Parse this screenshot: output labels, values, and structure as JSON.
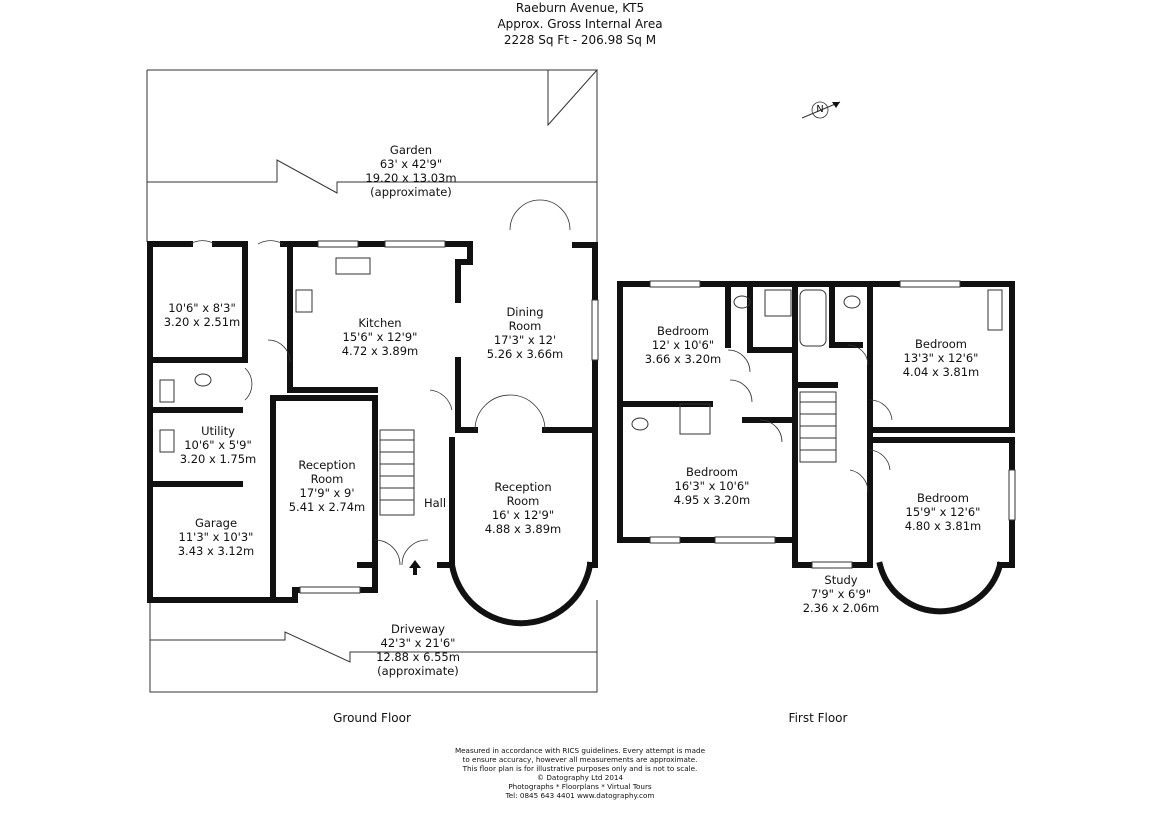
{
  "header": {
    "line1": "Raeburn Avenue, KT5",
    "line2": "Approx. Gross Internal Area",
    "line3": "2228 Sq Ft  -  206.98 Sq M"
  },
  "compass": {
    "letter": "N"
  },
  "floors": {
    "ground": "Ground Floor",
    "first": "First Floor"
  },
  "rooms": {
    "garden": {
      "name": "Garden",
      "imperial": "63' x 42'9\"",
      "metric": "19.20 x 13.03m",
      "note": "(approximate)"
    },
    "store": {
      "imperial": "10'6\" x 8'3\"",
      "metric": "3.20 x 2.51m"
    },
    "kitchen": {
      "name": "Kitchen",
      "imperial": "15'6\" x 12'9\"",
      "metric": "4.72 x 3.89m"
    },
    "dining": {
      "name1": "Dining",
      "name2": "Room",
      "imperial": "17'3\" x 12'",
      "metric": "5.26 x 3.66m"
    },
    "utility": {
      "name": "Utility",
      "imperial": "10'6\" x 5'9\"",
      "metric": "3.20 x 1.75m"
    },
    "reception1": {
      "name1": "Reception",
      "name2": "Room",
      "imperial": "17'9\" x 9'",
      "metric": "5.41 x 2.74m"
    },
    "hall": {
      "name": "Hall"
    },
    "reception2": {
      "name1": "Reception",
      "name2": "Room",
      "imperial": "16' x 12'9\"",
      "metric": "4.88 x 3.89m"
    },
    "garage": {
      "name": "Garage",
      "imperial": "11'3\" x 10'3\"",
      "metric": "3.43 x 3.12m"
    },
    "driveway": {
      "name": "Driveway",
      "imperial": "42'3\" x 21'6\"",
      "metric": "12.88 x 6.55m",
      "note": "(approximate)"
    },
    "bedroom1": {
      "name": "Bedroom",
      "imperial": "12' x 10'6\"",
      "metric": "3.66 x 3.20m"
    },
    "bedroom2": {
      "name": "Bedroom",
      "imperial": "13'3\" x 12'6\"",
      "metric": "4.04 x 3.81m"
    },
    "bedroom3": {
      "name": "Bedroom",
      "imperial": "16'3\" x 10'6\"",
      "metric": "4.95 x 3.20m"
    },
    "bedroom4": {
      "name": "Bedroom",
      "imperial": "15'9\" x 12'6\"",
      "metric": "4.80 x 3.81m"
    },
    "study": {
      "name": "Study",
      "imperial": "7'9\" x 6'9\"",
      "metric": "2.36 x 2.06m"
    }
  },
  "disclaimer": {
    "line1": "Measured in accordance with RICS guidelines. Every attempt is made",
    "line2": "to ensure accuracy, however all measurements are approximate.",
    "line3": "This floor plan is for illustrative purposes only and is not to scale.",
    "line4": "© Datography Ltd 2014",
    "line5": "Photographs * Floorplans * Virtual Tours",
    "line6": "Tel: 0845 643 4401  www.datography.com"
  }
}
